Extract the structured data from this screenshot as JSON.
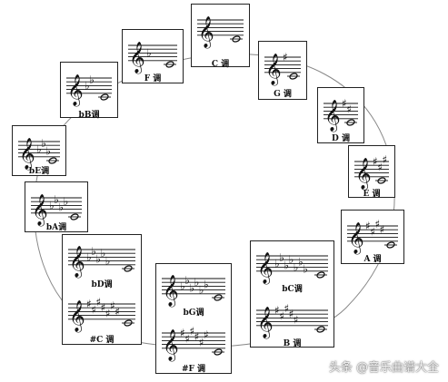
{
  "keys": {
    "c": {
      "label": "C 调",
      "accidental": "none",
      "count": 0
    },
    "g": {
      "label": "G 调",
      "accidental": "sharp",
      "count": 1
    },
    "d": {
      "label": "D 调",
      "accidental": "sharp",
      "count": 2
    },
    "e": {
      "label": "E 调",
      "accidental": "sharp",
      "count": 3
    },
    "a": {
      "label": "A 调",
      "accidental": "sharp",
      "count": 4
    },
    "b": {
      "label": "B 调",
      "accidental": "sharp",
      "count": 5
    },
    "fs": {
      "label": "#F 调",
      "accidental": "sharp",
      "count": 6
    },
    "cs": {
      "label": "#C 调",
      "accidental": "sharp",
      "count": 7
    },
    "f": {
      "label": "F 调",
      "accidental": "flat",
      "count": 1
    },
    "bb": {
      "label": "bB调",
      "accidental": "flat",
      "count": 2
    },
    "eb": {
      "label": "bE调",
      "accidental": "flat",
      "count": 3
    },
    "ab": {
      "label": "bA调",
      "accidental": "flat",
      "count": 4
    },
    "db": {
      "label": "bD调",
      "accidental": "flat",
      "count": 5
    },
    "gb": {
      "label": "bG调",
      "accidental": "flat",
      "count": 6
    },
    "cb": {
      "label": "bC调",
      "accidental": "flat",
      "count": 7
    }
  },
  "watermark": "头条 @音乐曲谱大全"
}
